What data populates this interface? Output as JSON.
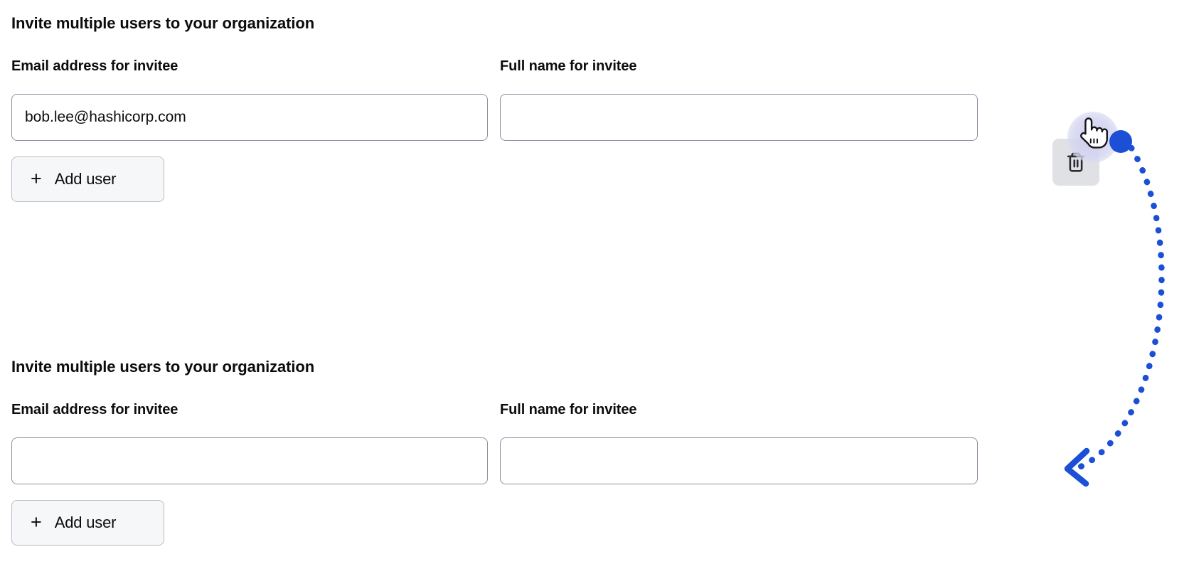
{
  "sections": [
    {
      "heading": "Invite multiple users to your organization",
      "email_field": {
        "label": "Email address for invitee",
        "value": "bob.lee@hashicorp.com",
        "placeholder": ""
      },
      "name_field": {
        "label": "Full name for invitee",
        "value": "",
        "placeholder": ""
      },
      "delete_button": {
        "icon": "trash-icon",
        "aria_label": "Remove invitee"
      },
      "add_user_button": {
        "icon": "plus-icon",
        "plus": "+",
        "label": "Add user"
      }
    },
    {
      "heading": "Invite multiple users to your organization",
      "email_field": {
        "label": "Email address for invitee",
        "value": "",
        "placeholder": ""
      },
      "name_field": {
        "label": "Full name for invitee",
        "value": "",
        "placeholder": ""
      },
      "add_user_button": {
        "icon": "plus-icon",
        "plus": "+",
        "label": "Add user"
      }
    }
  ],
  "annotation": {
    "cursor": "pointing-hand-cursor",
    "click_marker": "blue-dot",
    "flow": "dotted-curved-arrow",
    "colors": {
      "accent_blue": "#1a4fd6",
      "halo_purple": "#d5d5f1",
      "input_border": "#8c90a0",
      "button_surface": "#f6f7f9",
      "button_border": "#babdc5",
      "delete_surface": "#dfe1e5",
      "text": "#0c0c0e",
      "background": "#ffffff"
    }
  }
}
